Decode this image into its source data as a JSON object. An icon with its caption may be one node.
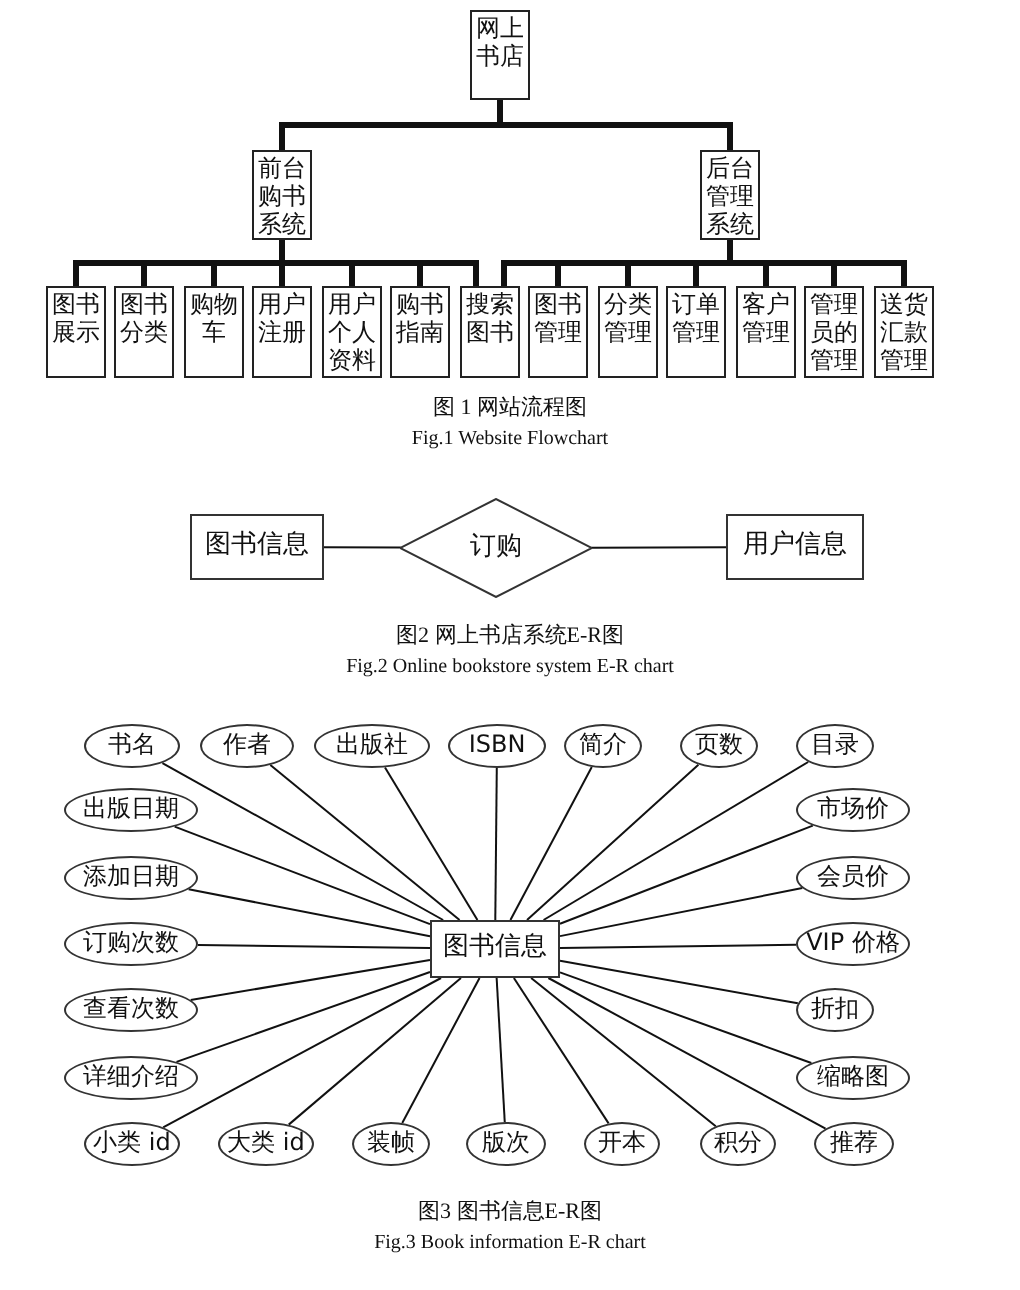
{
  "diagram": {
    "nodes": [
      {
        "text": [
          "网上书店"
        ]
      },
      {
        "text": [
          "前台购书系统"
        ]
      },
      {
        "text": [
          "后台管理系统"
        ]
      },
      {
        "text": [
          "图书展示"
        ]
      },
      {
        "text": [
          "图书分类"
        ]
      },
      {
        "text": [
          "购物车"
        ]
      },
      {
        "text": [
          "用户注册"
        ]
      },
      {
        "text": [
          "用户个人资料"
        ]
      },
      {
        "text": [
          "购书指南"
        ]
      },
      {
        "text": [
          "搜索图书"
        ]
      },
      {
        "text": [
          "图书管理"
        ]
      },
      {
        "text": [
          "分类管理"
        ]
      },
      {
        "text": [
          "订单管理"
        ]
      },
      {
        "text": [
          "客户管理"
        ]
      },
      {
        "text": [
          "管理员的管理"
        ]
      },
      {
        "text": [
          "送货汇款管理"
        ]
      },
      {
        "text": [
          "图书信息"
        ]
      },
      {
        "text": [
          "订购"
        ]
      },
      {
        "text": [
          "用户信息"
        ]
      },
      {
        "text": [
          "书名"
        ]
      },
      {
        "text": [
          "作者"
        ]
      },
      {
        "text": [
          "出版社"
        ]
      },
      {
        "text": [
          "ISBN"
        ]
      },
      {
        "text": [
          "简介"
        ]
      },
      {
        "text": [
          "页数"
        ]
      },
      {
        "text": [
          "目录"
        ]
      },
      {
        "text": [
          "出版日期"
        ]
      },
      {
        "text": [
          "市场价"
        ]
      },
      {
        "text": [
          "添加日期"
        ]
      },
      {
        "text": [
          "会员价"
        ]
      },
      {
        "text": [
          "订购次数"
        ]
      },
      {
        "text": [
          "图书信息"
        ]
      },
      {
        "text": [
          "VIP 价格"
        ]
      },
      {
        "text": [
          "查看次数"
        ]
      },
      {
        "text": [
          "折扣"
        ]
      },
      {
        "text": [
          "详细介绍"
        ]
      },
      {
        "text": [
          "缩略图"
        ]
      },
      {
        "text": [
          "小类 id"
        ]
      },
      {
        "text": [
          "大类 id"
        ]
      },
      {
        "text": [
          "装帧"
        ]
      },
      {
        "text": [
          "版次"
        ]
      },
      {
        "text": [
          "开本"
        ]
      },
      {
        "text": [
          "积分"
        ]
      },
      {
        "text": [
          "推荐"
        ]
      }
    ],
    "edges": [
      {
        "from": 0,
        "to": 1,
        "arrow": "none",
        "style": "thick"
      },
      {
        "from": 0,
        "to": 2,
        "arrow": "none",
        "style": "thick"
      },
      {
        "from": 1,
        "to": 3,
        "arrow": "none",
        "style": "thick"
      },
      {
        "from": 1,
        "to": 4,
        "arrow": "none",
        "style": "thick"
      },
      {
        "from": 1,
        "to": 5,
        "arrow": "none",
        "style": "thick"
      },
      {
        "from": 1,
        "to": 6,
        "arrow": "none",
        "style": "thick"
      },
      {
        "from": 1,
        "to": 7,
        "arrow": "none",
        "style": "thick"
      },
      {
        "from": 1,
        "to": 8,
        "arrow": "none",
        "style": "thick"
      },
      {
        "from": 1,
        "to": 9,
        "arrow": "none",
        "style": "thick"
      },
      {
        "from": 2,
        "to": 9,
        "arrow": "none",
        "style": "thick"
      },
      {
        "from": 2,
        "to": 10,
        "arrow": "none",
        "style": "thick"
      },
      {
        "from": 2,
        "to": 11,
        "arrow": "none",
        "style": "thick"
      },
      {
        "from": 2,
        "to": 12,
        "arrow": "none",
        "style": "thick"
      },
      {
        "from": 2,
        "to": 13,
        "arrow": "none",
        "style": "thick"
      },
      {
        "from": 2,
        "to": 14,
        "arrow": "none",
        "style": "thick"
      },
      {
        "from": 2,
        "to": 15,
        "arrow": "none",
        "style": "thick"
      },
      {
        "from": 16,
        "to": 17,
        "arrow": "none"
      },
      {
        "from": 17,
        "to": 18,
        "arrow": "none"
      },
      {
        "from": 19,
        "to": 31,
        "arrow": "none"
      },
      {
        "from": 20,
        "to": 31,
        "arrow": "none"
      },
      {
        "from": 21,
        "to": 31,
        "arrow": "none"
      },
      {
        "from": 22,
        "to": 31,
        "arrow": "none"
      },
      {
        "from": 23,
        "to": 31,
        "arrow": "none"
      },
      {
        "from": 24,
        "to": 31,
        "arrow": "none"
      },
      {
        "from": 25,
        "to": 31,
        "arrow": "none"
      },
      {
        "from": 26,
        "to": 31,
        "arrow": "none"
      },
      {
        "from": 27,
        "to": 31,
        "arrow": "none"
      },
      {
        "from": 28,
        "to": 31,
        "arrow": "none"
      },
      {
        "from": 29,
        "to": 31,
        "arrow": "none"
      },
      {
        "from": 30,
        "to": 31,
        "arrow": "none"
      },
      {
        "from": 32,
        "to": 31,
        "arrow": "none"
      },
      {
        "from": 33,
        "to": 31,
        "arrow": "none"
      },
      {
        "from": 34,
        "to": 31,
        "arrow": "none"
      },
      {
        "from": 35,
        "to": 31,
        "arrow": "none"
      },
      {
        "from": 36,
        "to": 31,
        "arrow": "none"
      },
      {
        "from": 37,
        "to": 31,
        "arrow": "none"
      },
      {
        "from": 38,
        "to": 31,
        "arrow": "none"
      },
      {
        "from": 39,
        "to": 31,
        "arrow": "none"
      },
      {
        "from": 40,
        "to": 31,
        "arrow": "none"
      },
      {
        "from": 41,
        "to": 31,
        "arrow": "none"
      },
      {
        "from": 42,
        "to": 31,
        "arrow": "none"
      },
      {
        "from": 43,
        "to": 31,
        "arrow": "none"
      }
    ],
    "labels": [
      "图 1 网站流程图",
      "Fig.1 Website Flowchart",
      "图2 网上书店系统E-R图",
      "Fig.2 Online bookstore system E-R chart",
      "图3 图书信息E-R图",
      "Fig.3 Book information E-R chart"
    ]
  }
}
